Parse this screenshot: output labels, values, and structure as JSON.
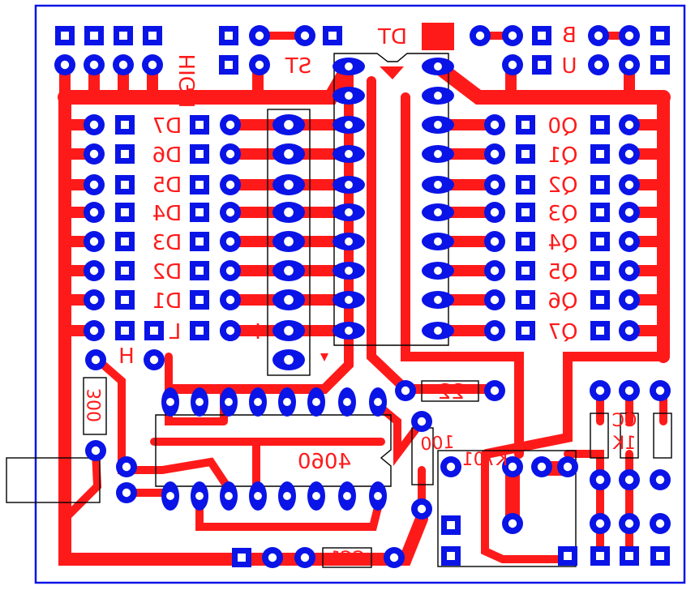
{
  "board": {
    "colors": {
      "trace": "#ff1a1a",
      "pad": "#0a14e6",
      "pad_hole": "#ffffff",
      "outline": "#0a14e6"
    },
    "labels": {
      "high": "HIGH",
      "st": "ST",
      "dt": "DT",
      "b": "B",
      "u": "U",
      "d7": "D7",
      "d6": "D6",
      "d5": "D5",
      "d4": "D4",
      "d3": "D3",
      "d2": "D2",
      "d1": "D1",
      "l": "L",
      "h": "H",
      "i": "I",
      "q0": "Q0",
      "q1": "Q1",
      "q2": "Q2",
      "q3": "Q3",
      "q4": "Q4",
      "q5": "Q5",
      "q6": "Q6",
      "q7": "Q7",
      "r300": "300",
      "r22": "22",
      "r100": "100",
      "ic4060": "4060",
      "k701": "K701",
      "cc": "CC",
      "r1k": "1K",
      "cc1": "CC1"
    }
  }
}
